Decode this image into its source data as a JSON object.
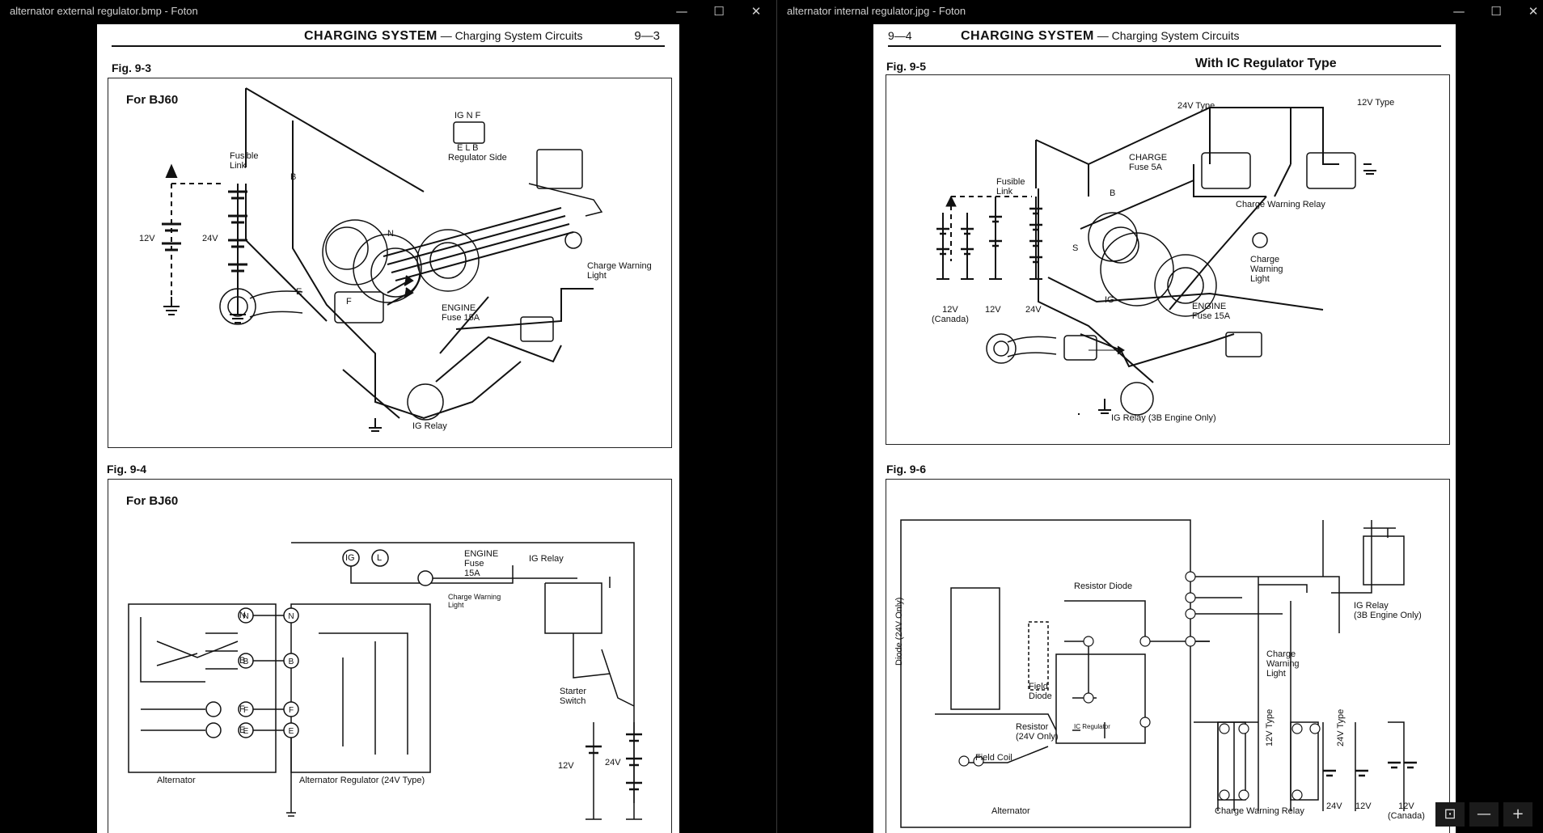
{
  "left_window": {
    "title": "alternator external regulator.bmp - Foton",
    "header": {
      "section": "CHARGING SYSTEM",
      "subtitle": "— Charging System Circuits",
      "page_number": "9—3"
    },
    "fig_a": {
      "label": "Fig. 9-3",
      "heading": "For BJ60",
      "labels": {
        "fusible_link": "Fusible\nLink",
        "b": "B",
        "v12": "12V",
        "v24": "24V",
        "reg_pins_top": "IG N  F",
        "reg_pins_bottom": "E  L  B",
        "regulator_side": "Regulator Side",
        "n": "N",
        "e": "E",
        "f": "F",
        "charge_warning_light": "Charge Warning\nLight",
        "engine_fuse": "ENGINE\nFuse 15A",
        "ig_relay": "IG Relay"
      }
    },
    "fig_b": {
      "label": "Fig. 9-4",
      "heading": "For BJ60",
      "labels": {
        "engine_fuse": "ENGINE\nFuse\n15A",
        "ig_relay": "IG Relay",
        "charge_warning_light": "Charge Warning\nLight",
        "ig": "IG",
        "l": "L",
        "n": "N",
        "b": "B",
        "f": "F",
        "e": "E",
        "starter_switch": "Starter\nSwitch",
        "v12": "12V",
        "v24": "24V",
        "alternator": "Alternator",
        "alternator_regulator": "Alternator Regulator (24V Type)"
      }
    }
  },
  "right_window": {
    "title": "alternator internal regulator.jpg - Foton",
    "header": {
      "page_number": "9—4",
      "section": "CHARGING SYSTEM",
      "subtitle": "— Charging System Circuits"
    },
    "fig_a": {
      "label": "Fig. 9-5",
      "heading": "With IC Regulator Type",
      "labels": {
        "v24_type": "24V Type",
        "v12_type": "12V Type",
        "charge_fuse": "CHARGE\nFuse 5A",
        "fusible_link": "Fusible\nLink",
        "b": "B",
        "s": "S",
        "ig": "IG",
        "charge_warning_relay": "Charge Warning Relay",
        "charge_warning_light": "Charge\nWarning\nLight",
        "engine_fuse": "ENGINE\nFuse 15A",
        "v12_canada": "12V\n(Canada)",
        "v12": "12V",
        "v24": "24V",
        "ig_relay": "IG Relay (3B Engine Only)"
      }
    },
    "fig_b": {
      "label": "Fig. 9-6",
      "labels": {
        "diode_24v": "Diode (24V Only)",
        "resistor_diode": "Resistor Diode",
        "field_diode": "Field\nDiode",
        "resistor_24v": "Resistor\n(24V Only)",
        "field_coil": "Field Coil",
        "ic_regulator": "IC Regulator",
        "ig_relay": "IG Relay\n(3B Engine Only)",
        "charge_warning_light": "Charge\nWarning\nLight",
        "v12_type": "12V Type",
        "v24_type": "24V Type",
        "alternator": "Alternator",
        "charge_warning_relay": "Charge Warning Relay",
        "v24": "24V",
        "v12": "12V",
        "v12_canada": "12V\n(Canada)"
      }
    }
  },
  "window_controls": {
    "minimize": "—",
    "maximize": "☐",
    "close": "✕"
  },
  "viewer_controls": {
    "fit": "⊡",
    "zoom_out": "—",
    "zoom_in": "+"
  }
}
